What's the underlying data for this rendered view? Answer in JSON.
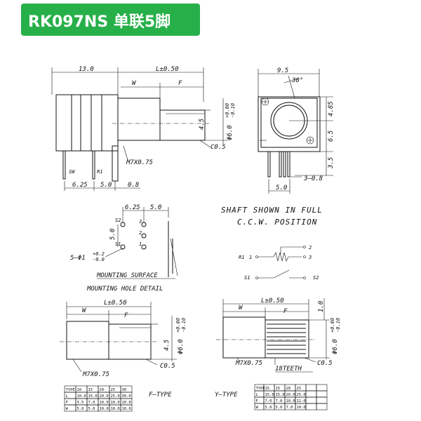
{
  "title": "RK097NS 单联5脚",
  "colors": {
    "banner_bg": "#27b04a",
    "banner_text": "#ffffff",
    "line": "#111111"
  },
  "main_view": {
    "dim_13": "13.0",
    "dim_L": "L±0.50",
    "dim_W": "W",
    "dim_F": "F",
    "dim_45": "4.5",
    "dim_60": "Φ6.0",
    "dim_60_tol_top": "+0.00",
    "dim_60_tol_bot": "-0.10",
    "chamfer": "C0.5",
    "thread": "M7X0.75",
    "label_sw": "SW",
    "label_r1": "R1",
    "dim_625": "6.25",
    "dim_50": "5.0",
    "dim_08": "0.8"
  },
  "side_view": {
    "dim_95": "9.5",
    "dim_30": "30°",
    "dim_485": "4.85",
    "dim_65": "6.5",
    "dim_35": "3.5",
    "dim_3_08": "3—0.8",
    "dim_50": "5.0"
  },
  "hole_detail": {
    "dim_625": "6.25",
    "dim_50_top": "5.0",
    "dim_50_side": "5.0",
    "pin_s2": "S2",
    "pin_s1": "S1",
    "pin_3": "3",
    "pin_2": "2",
    "pin_1": "1",
    "hole_label": "5—Φ1",
    "hole_tol_top": "+0.2",
    "hole_tol_bot": "-0.0",
    "mounting_surface": "MOUNTING SURFACE",
    "caption": "MOUNTING HOLE DETAIL"
  },
  "shaft_note": {
    "line1": "SHAFT SHOWN IN FULL",
    "line2": "C.C.W. POSITION"
  },
  "schematic": {
    "r1": "R1",
    "n1": "1",
    "n2": "2",
    "n3": "3",
    "s1": "S1",
    "s2": "S2"
  },
  "f_type": {
    "dim_W": "W",
    "dim_L": "L±0.50",
    "dim_F": "F",
    "dim_45": "4.5",
    "dim_60": "Φ6.0",
    "dim_60_tol_top": "+0.00",
    "dim_60_tol_bot": "-0.10",
    "chamfer": "C0.5",
    "thread": "M7X0.75",
    "label": "F—TYPE"
  },
  "y_type": {
    "dim_W": "W",
    "dim_L": "L±0.50",
    "dim_F": "F",
    "dim_10": "1.0",
    "dim_60": "Φ6.0",
    "dim_60_tol_top": "+0.00",
    "dim_60_tol_bot": "-0.10",
    "chamfer": "C0.5",
    "thread": "M7X0.75",
    "teeth": "18TEETH",
    "label": "Y—TYPE"
  },
  "f_table": {
    "header": [
      "TYPE",
      "10",
      "15",
      "20",
      "25",
      "30"
    ],
    "rows": [
      [
        "L",
        "10.0",
        "15.0",
        "20.0",
        "25.0",
        "30.0"
      ],
      [
        "F",
        "3.5",
        "7.0",
        "10.0",
        "10.0",
        "10.0"
      ],
      [
        "W",
        "5.0",
        "5.0",
        "10.0",
        "10.0",
        "10.0"
      ]
    ]
  },
  "y_table": {
    "header": [
      "TYPE",
      "15",
      "15",
      "20",
      "25",
      "",
      ""
    ],
    "rows": [
      [
        "L",
        "15.0",
        "15.0",
        "20.0",
        "25.0",
        "",
        ""
      ],
      [
        "F",
        "7.0",
        "7.0",
        "10.0",
        "12.0",
        "",
        ""
      ],
      [
        "W",
        "5.0",
        "5.0",
        "7.0",
        "10.0",
        "",
        ""
      ]
    ]
  }
}
